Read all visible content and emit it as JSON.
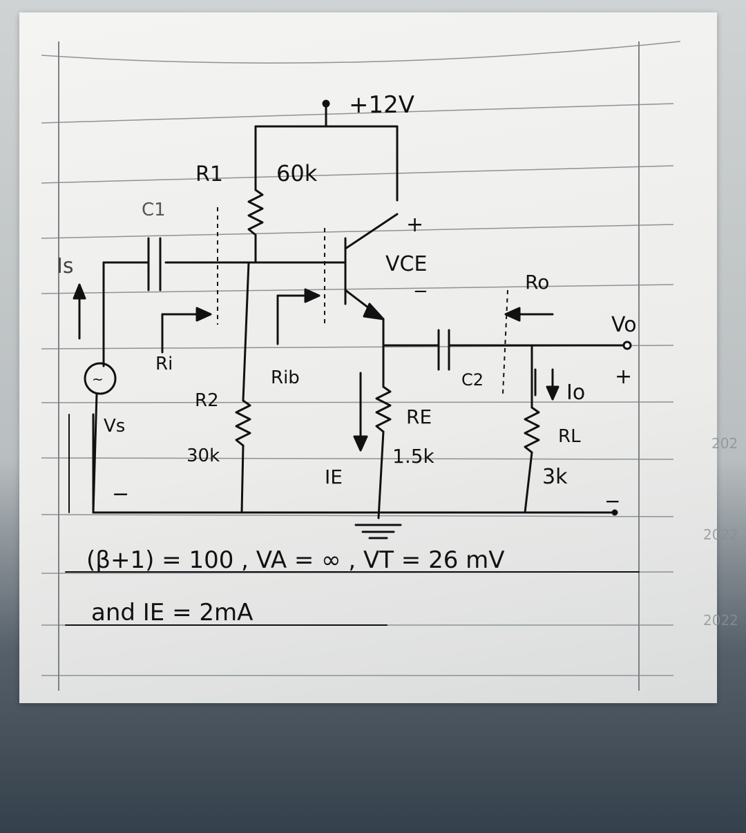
{
  "circuit": {
    "supply": "+12V",
    "r1_name": "R1",
    "r1_value": "60k",
    "c1_name": "C1",
    "source_current": "Is",
    "ri_label": "Ri",
    "rib_label": "Rib",
    "r2_name": "R2",
    "r2_value": "30k",
    "vs_label": "Vs",
    "vs_minus": "−",
    "vce_plus": "+",
    "vce_label": "VCE",
    "vce_minus": "−",
    "ro_label": "Ro",
    "vo_label": "Vo",
    "vo_plus": "+",
    "c2_name": "C2",
    "re_name": "RE",
    "re_value": "1.5k",
    "ie_label": "IE",
    "io_label": "Io",
    "rl_name": "RL",
    "rl_value": "3k",
    "out_minus": "−",
    "source_symbol": "~"
  },
  "given": {
    "line1": "(β+1) = 100 , VA = ∞ , VT = 26 mV",
    "line2": "and IE = 2mA"
  },
  "ghost_text": [
    "202",
    "2022",
    "2022"
  ]
}
